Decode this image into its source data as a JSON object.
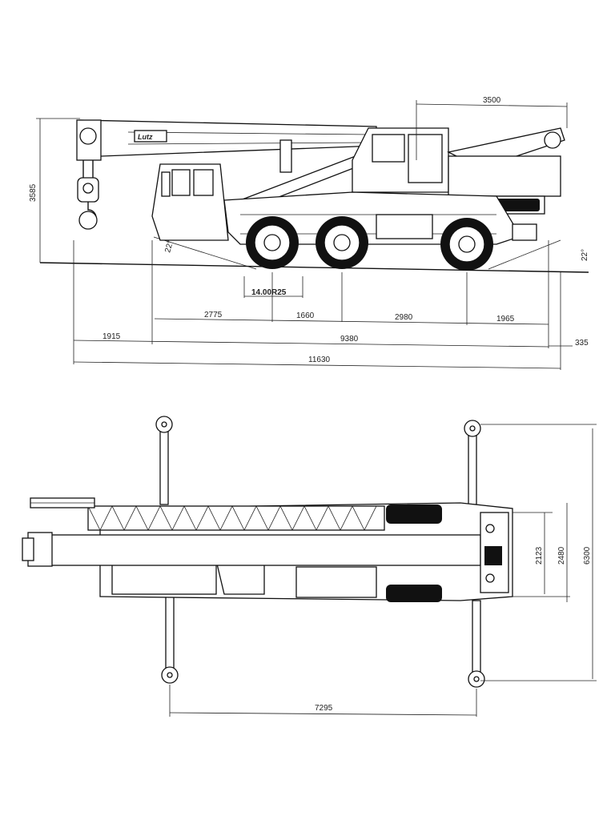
{
  "side_view": {
    "logo": "Lutz",
    "dims": {
      "height": "3585",
      "cab_rear": "3500",
      "angle_front": "22°",
      "angle_rear": "22°",
      "tyre": "14.00R25",
      "d_2775": "2775",
      "d_1660": "1660",
      "d_2980": "2980",
      "d_1965": "1965",
      "d_1915": "1915",
      "d_9380": "9380",
      "d_335": "335",
      "d_11630": "11630"
    }
  },
  "top_view": {
    "dims": {
      "w_2123": "2123",
      "w_2480": "2480",
      "w_6300": "6300",
      "l_7295": "7295"
    }
  }
}
